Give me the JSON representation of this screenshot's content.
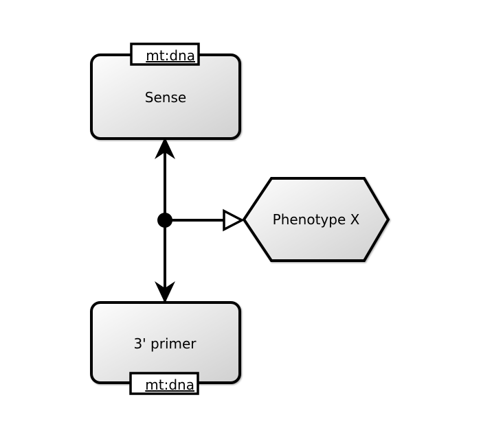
{
  "canvas": {
    "background": "#ffffff"
  },
  "palette": {
    "stroke": "#000000",
    "node_gradient_start": "#fdfdfd",
    "node_gradient_end": "#d0d0d0",
    "tab_fill": "#ffffff",
    "open_arrow_fill": "#ffffff",
    "anchor_fill": "#000000"
  },
  "nodes": {
    "sense": {
      "label": "Sense",
      "tag": "mt:dna"
    },
    "primer": {
      "label": "3' primer",
      "tag": "mt:dna"
    },
    "phenotype": {
      "label": "Phenotype X"
    }
  }
}
